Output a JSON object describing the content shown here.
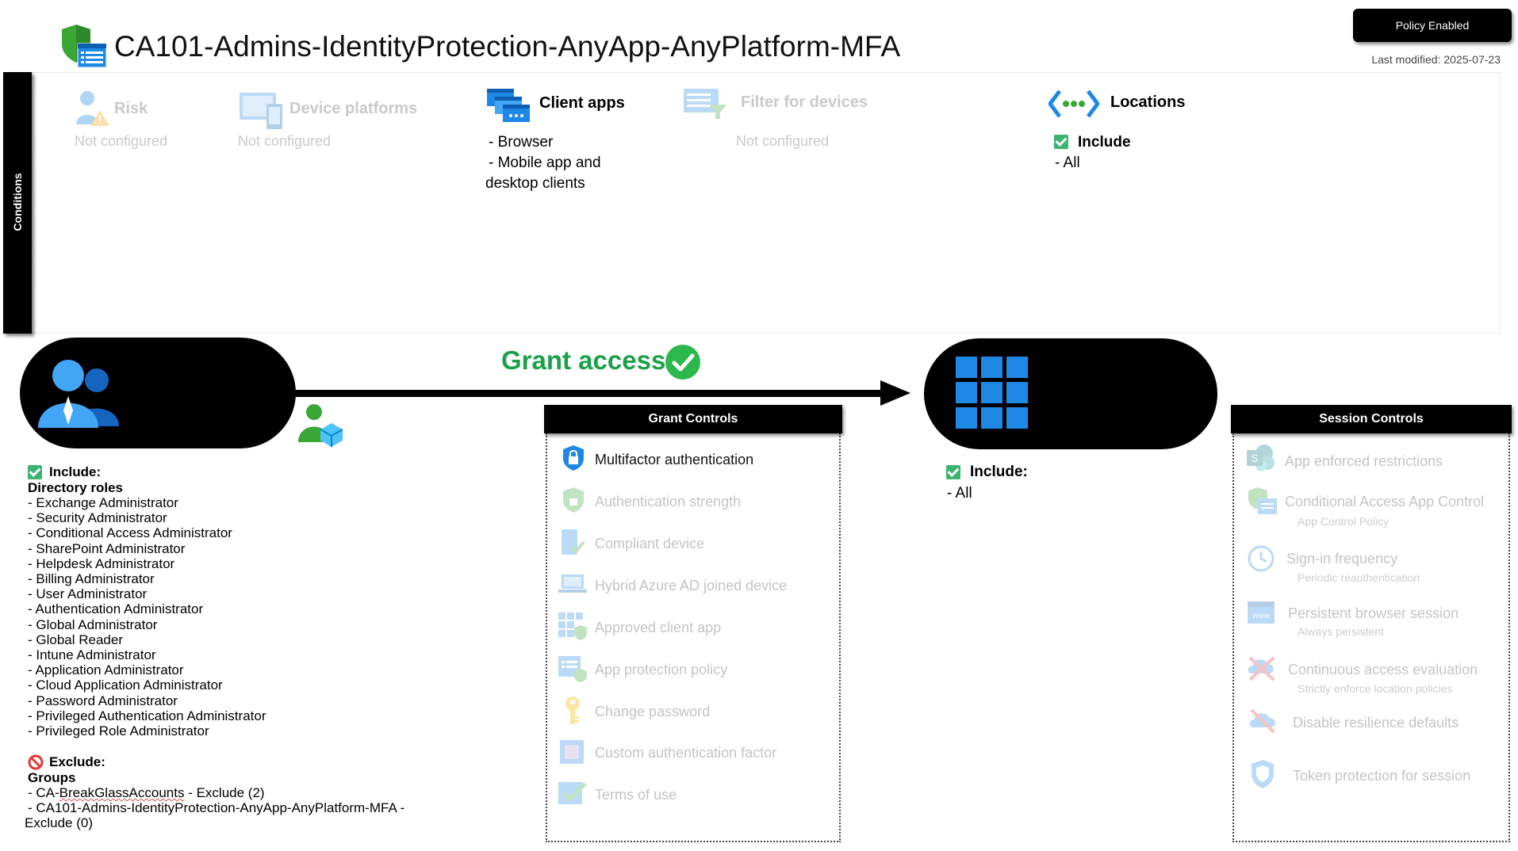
{
  "header": {
    "title": "CA101-Admins-IdentityProtection-AnyApp-AnyPlatform-MFA",
    "status_button": "Policy Enabled",
    "last_modified": "Last modified: 2025-07-23"
  },
  "conditions": {
    "tab_label": "Conditions",
    "risk": {
      "title": "Risk",
      "value": "Not configured"
    },
    "device_platforms": {
      "title": "Device platforms",
      "value": "Not configured"
    },
    "client_apps": {
      "title": "Client apps",
      "line1": "- Browser",
      "line2": "- Mobile app and",
      "line3": "desktop clients"
    },
    "filter_devices": {
      "title": "Filter for devices",
      "value": "Not configured"
    },
    "locations": {
      "title": "Locations",
      "include_label": "Include",
      "include_value": "- All"
    }
  },
  "flow": {
    "users_label": "Users",
    "grant_label": "Grant access",
    "apps_label": "All cloud apps"
  },
  "users": {
    "include_label": "Include:",
    "roles_header": "Directory roles",
    "roles": [
      "- Exchange Administrator",
      "- Security Administrator",
      "- Conditional Access Administrator",
      "- SharePoint Administrator",
      "- Helpdesk Administrator",
      "- Billing Administrator",
      "- User Administrator",
      "- Authentication Administrator",
      "- Global Administrator",
      "- Global Reader",
      "- Intune Administrator",
      "- Application Administrator",
      "- Cloud Application Administrator",
      "- Password Administrator",
      "- Privileged Authentication Administrator",
      "- Privileged Role Administrator"
    ],
    "exclude_label": "Exclude:",
    "groups_header": "Groups",
    "group1_prefix": "- CA-",
    "group1_name": "BreakGlassAccounts",
    "group1_suffix": " - Exclude (2)",
    "group2_line1": "- CA101-Admins-IdentityProtection-AnyApp-AnyPlatform-MFA -",
    "group2_line2": "Exclude (0)"
  },
  "grant_controls": {
    "header": "Grant Controls",
    "items": [
      {
        "label": "Multifactor authentication",
        "enabled": true,
        "icon": "mfa-lock-icon"
      },
      {
        "label": "Authentication strength",
        "enabled": false,
        "icon": "shield-lock-icon"
      },
      {
        "label": "Compliant device",
        "enabled": false,
        "icon": "compliant-device-icon"
      },
      {
        "label": "Hybrid Azure AD joined device",
        "enabled": false,
        "icon": "laptop-icon"
      },
      {
        "label": "Approved client app",
        "enabled": false,
        "icon": "app-grid-shield-icon"
      },
      {
        "label": "App protection policy",
        "enabled": false,
        "icon": "app-policy-icon"
      },
      {
        "label": "Change password",
        "enabled": false,
        "icon": "key-icon"
      },
      {
        "label": "Custom authentication factor",
        "enabled": false,
        "icon": "custom-factor-icon"
      },
      {
        "label": "Terms of use",
        "enabled": false,
        "icon": "checkmark-icon"
      }
    ]
  },
  "apps": {
    "include_label": "Include:",
    "include_value": "- All"
  },
  "session_controls": {
    "header": "Session Controls",
    "items": [
      {
        "label": "App enforced restrictions",
        "sub": "",
        "icon": "sharepoint-icon"
      },
      {
        "label": "Conditional Access App Control",
        "sub": "App Control Policy",
        "icon": "app-control-icon"
      },
      {
        "label": "Sign-in frequency",
        "sub": "Periodic reauthentication",
        "icon": "clock-icon"
      },
      {
        "label": "Persistent browser session",
        "sub": "Always persistent",
        "icon": "browser-icon"
      },
      {
        "label": "Continuous access evaluation",
        "sub": "Strictly enforce location policies",
        "icon": "cae-icon"
      },
      {
        "label": "Disable resilience defaults",
        "sub": "",
        "icon": "resilience-icon"
      },
      {
        "label": "Token protection for session",
        "sub": "",
        "icon": "token-shield-icon"
      }
    ]
  },
  "colors": {
    "grant_green": "#1aa04a",
    "check_green": "#3cb371",
    "accent_blue": "#1e88e5",
    "exclude_red": "#e53935"
  }
}
